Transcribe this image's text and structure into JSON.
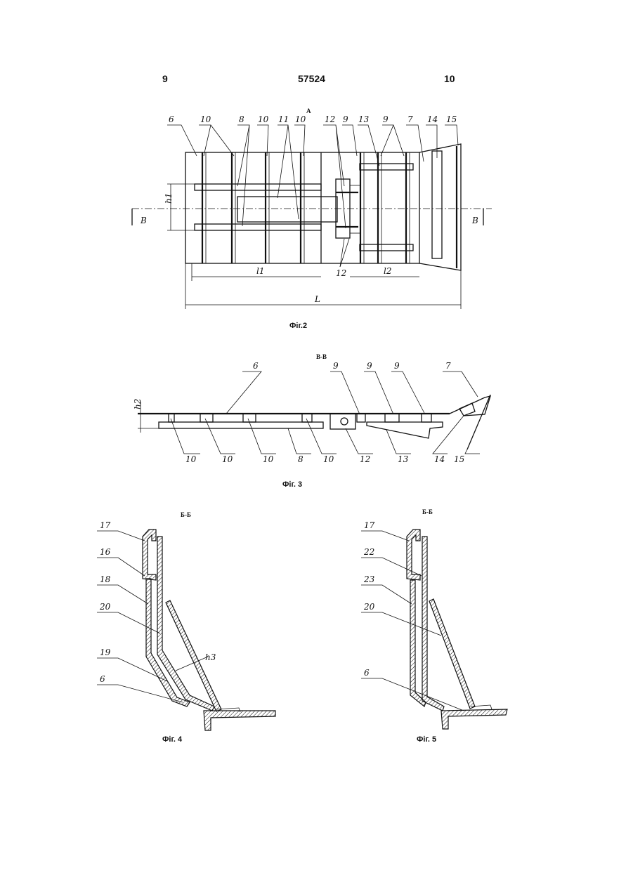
{
  "header": {
    "left": "9",
    "center": "57524",
    "right": "10"
  },
  "fig2": {
    "view_label": "A",
    "caption": "Фіг.2",
    "callouts": [
      "6",
      "10",
      "8",
      "10",
      "11",
      "10",
      "12",
      "9",
      "13",
      "9",
      "7",
      "14",
      "15"
    ],
    "dims": {
      "h1": "h1",
      "l1": "l1",
      "l2": "l2",
      "L": "L",
      "B_left": "B",
      "B_right": "B",
      "bottom12": "12"
    }
  },
  "fig3": {
    "section_label": "В-В",
    "caption": "Фіг. 3",
    "top_callouts": [
      "6",
      "9",
      "9",
      "9",
      "7"
    ],
    "bottom_callouts": [
      "10",
      "10",
      "10",
      "8",
      "10",
      "12",
      "13",
      "14",
      "15"
    ],
    "h2": "h2"
  },
  "fig4": {
    "section_label": "Б-Б",
    "caption": "Фіг. 4",
    "callouts": [
      "17",
      "16",
      "18",
      "20",
      "19",
      "6"
    ],
    "h3": "h3"
  },
  "fig5": {
    "section_label": "Б-Б",
    "caption": "Фіг. 5",
    "callouts": [
      "17",
      "22",
      "23",
      "20",
      "6"
    ]
  }
}
